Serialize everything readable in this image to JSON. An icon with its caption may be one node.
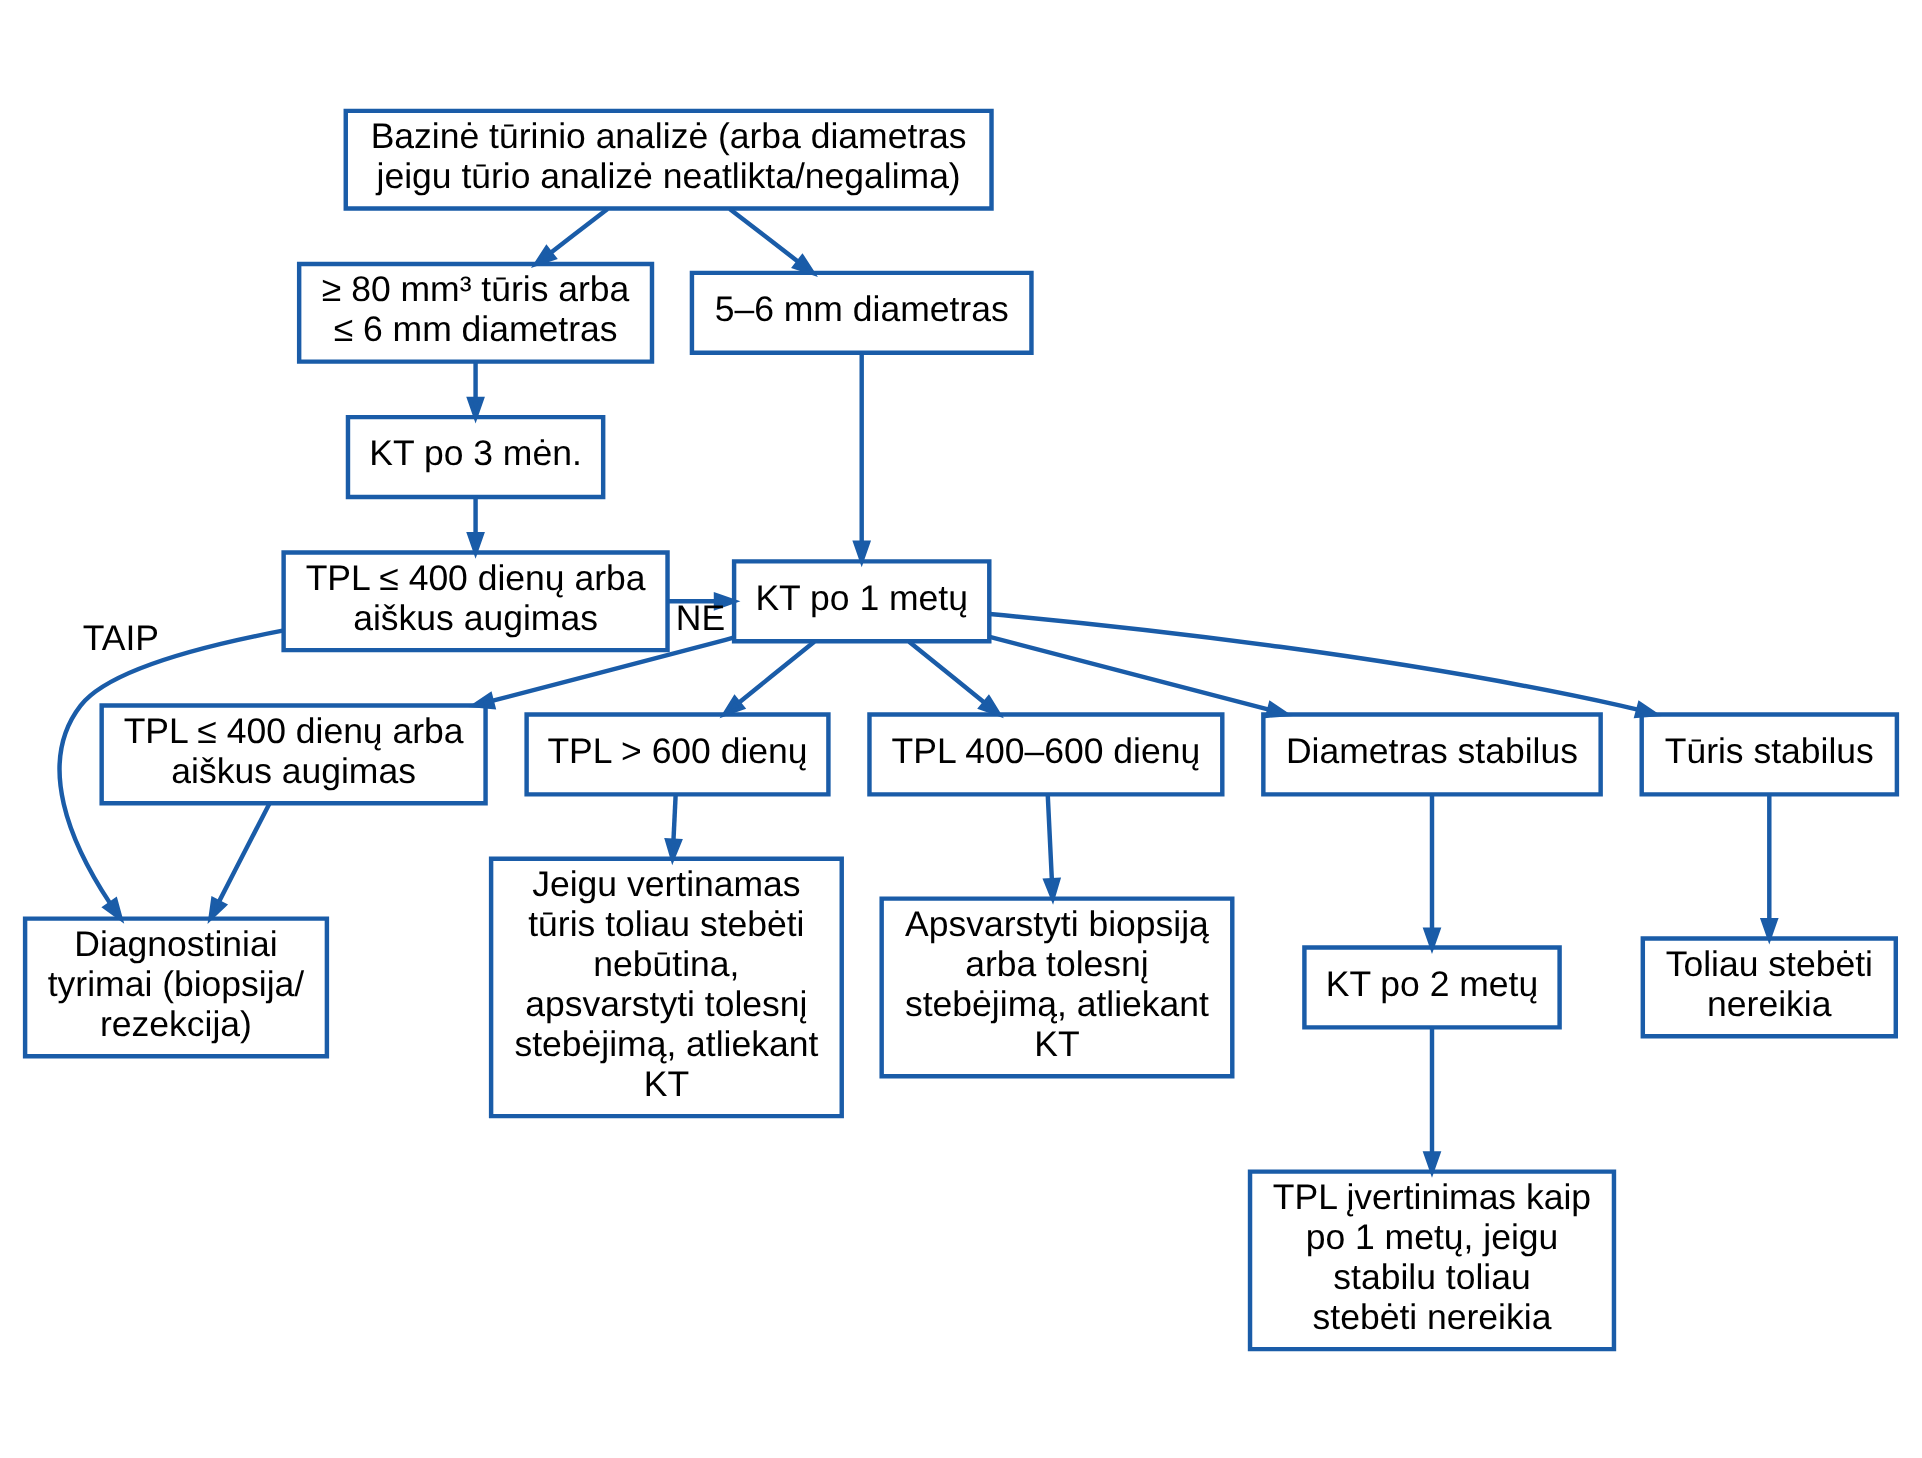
{
  "diagram": {
    "nodes": [
      {
        "text": [
          "Bazinė tūrinio analizė (arba diametras jeigu tūrio analizė neatlikta/negalima)"
        ]
      },
      {
        "text": [
          "5–6 mm diametras"
        ]
      },
      {
        "text": [
          "≥ 80 mm³ tūris arba ≤ 6 mm diametras"
        ]
      },
      {
        "text": [
          "KT po 3 mėn."
        ]
      },
      {
        "text": [
          "KT po 1 metų"
        ]
      },
      {
        "text": [
          "TPL ≤ 400 dienų arba aiškus augimas"
        ]
      },
      {
        "text": [
          "Diametras stabilus"
        ]
      },
      {
        "text": [
          "Tūris stabilus"
        ]
      },
      {
        "text": [
          "TPL > 600 dienų"
        ]
      },
      {
        "text": [
          "TPL 400–600 dienų"
        ]
      },
      {
        "text": [
          "TPL ≤ 400 dienų arba aiškus augimas"
        ]
      },
      {
        "text": [
          "KT po 2 metų"
        ]
      },
      {
        "text": [
          "Toliau stebėti nereikia"
        ]
      },
      {
        "text": [
          "Jeigu vertinamas tūris toliau stebėti nebūtina, apsvarstyti tolesnį stebėjimą, atliekant KT"
        ]
      },
      {
        "text": [
          "Apsvarstyti biopsiją arba tolesnį stebėjimą, atliekant KT"
        ]
      },
      {
        "text": [
          "Diagnostiniai tyrimai (biopsija/ rezekcija)"
        ]
      },
      {
        "text": [
          "TPL įvertinimas kaip po 1 metų, jeigu stabilu toliau stebėti nereikia"
        ]
      }
    ],
    "edges": [
      {
        "from": 0,
        "to": 1,
        "arrow": "to"
      },
      {
        "from": 0,
        "to": 2,
        "arrow": "to"
      },
      {
        "from": 2,
        "to": 3,
        "arrow": "to"
      },
      {
        "from": 3,
        "to": 5,
        "arrow": "to"
      },
      {
        "from": 1,
        "to": 4,
        "arrow": "to"
      },
      {
        "from": 5,
        "to": 4,
        "arrow": "to",
        "label": "NE"
      },
      {
        "from": 5,
        "to": 15,
        "arrow": "to",
        "label": "TAIP"
      },
      {
        "from": 4,
        "to": 6,
        "arrow": "to"
      },
      {
        "from": 4,
        "to": 7,
        "arrow": "to"
      },
      {
        "from": 4,
        "to": 8,
        "arrow": "to"
      },
      {
        "from": 4,
        "to": 9,
        "arrow": "to"
      },
      {
        "from": 4,
        "to": 10,
        "arrow": "to"
      },
      {
        "from": 6,
        "to": 11,
        "arrow": "to"
      },
      {
        "from": 7,
        "to": 12,
        "arrow": "to"
      },
      {
        "from": 8,
        "to": 13,
        "arrow": "to"
      },
      {
        "from": 9,
        "to": 14,
        "arrow": "to"
      },
      {
        "from": 10,
        "to": 15,
        "arrow": "to"
      },
      {
        "from": 11,
        "to": 16,
        "arrow": "to"
      }
    ]
  }
}
